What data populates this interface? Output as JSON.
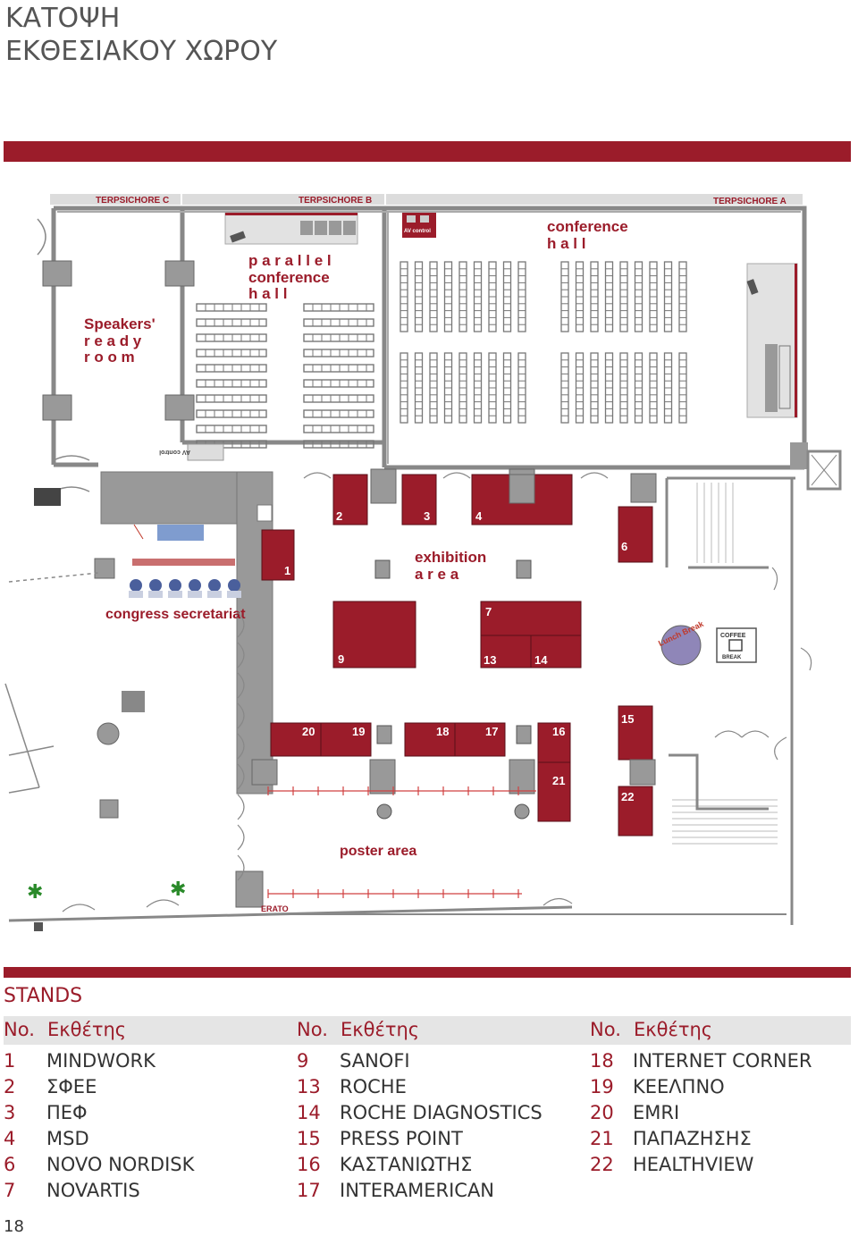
{
  "title": {
    "line1": "ΚΑΤΟΨΗ",
    "line2": "ΕΚΘΕΣΙΑΚΟΥ ΧΩΡΟΥ"
  },
  "floorplan": {
    "halls": {
      "terpsichore_c": "TERPSICHORE C",
      "terpsichore_b": "TERPSICHORE B",
      "terpsichore_a": "TERPSICHORE A",
      "erato": "ERATO"
    },
    "rooms": {
      "parallel_1": "p a r a l l e l",
      "parallel_2": "conference",
      "parallel_3": "h  a  l  l",
      "conference_1": "conference",
      "conference_2": "h   a   l   l",
      "speakers_1": "Speakers'",
      "speakers_2": "r e a d y",
      "speakers_3": "r  o  o  m",
      "exhibition_1": "exhibition",
      "exhibition_2": "a  r  e  a",
      "secretariat": "congress secretariat",
      "poster": "poster area",
      "av_control": "AV control",
      "av_control_2": "AV control",
      "lunch_break": "Lunch Break",
      "coffee": "COFFEE",
      "coffee_2": "BREAK"
    },
    "stand_numbers": [
      "1",
      "2",
      "3",
      "4",
      "6",
      "7",
      "9",
      "13",
      "14",
      "15",
      "16",
      "17",
      "18",
      "19",
      "20",
      "21",
      "22"
    ]
  },
  "colors": {
    "accent": "#9b1c2a",
    "wall": "#888888",
    "seat": "#9a9a9a",
    "header_bg": "#e5e5e5"
  },
  "stands": {
    "title": "STANDS",
    "header_no": "No.",
    "header_exhibitor": "Εκθέτης",
    "columns": [
      [
        {
          "no": "1",
          "name": "MINDWORK"
        },
        {
          "no": "2",
          "name": "ΣΦΕΕ"
        },
        {
          "no": "3",
          "name": "ΠΕΦ"
        },
        {
          "no": "4",
          "name": "MSD"
        },
        {
          "no": "6",
          "name": "NOVO NORDISK"
        },
        {
          "no": "7",
          "name": "NOVARTIS"
        }
      ],
      [
        {
          "no": "9",
          "name": "SANOFI"
        },
        {
          "no": "13",
          "name": "ROCHE"
        },
        {
          "no": "14",
          "name": "ROCHE DIAGNOSTICS"
        },
        {
          "no": "15",
          "name": "PRESS POINT"
        },
        {
          "no": "16",
          "name": "ΚΑΣΤΑΝΙΩΤΗΣ"
        },
        {
          "no": "17",
          "name": "INTERAMERICAN"
        }
      ],
      [
        {
          "no": "18",
          "name": "INTERNET CORNER"
        },
        {
          "no": "19",
          "name": "ΚΕΕΛΠΝΟ"
        },
        {
          "no": "20",
          "name": "EMRI"
        },
        {
          "no": "21",
          "name": "ΠΑΠΑΖΗΣΗΣ"
        },
        {
          "no": "22",
          "name": "HEALTHVIEW"
        }
      ]
    ]
  },
  "page_number": "18"
}
